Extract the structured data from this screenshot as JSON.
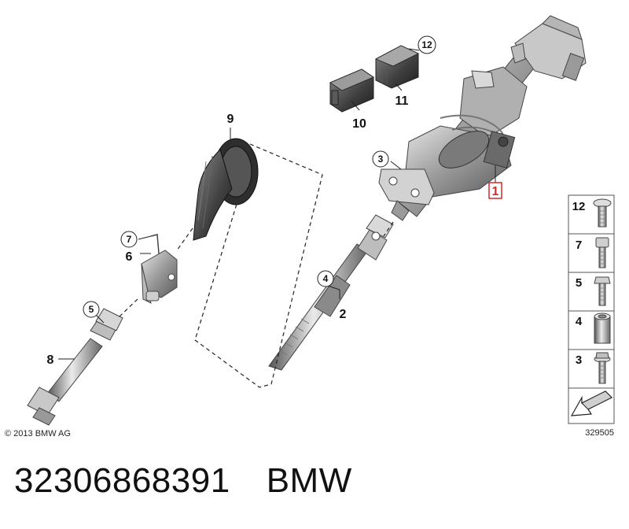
{
  "copyright": "© 2013 BMW AG",
  "diagram_id": "329505",
  "caption": {
    "part_number": "32306868391",
    "brand": "BMW"
  },
  "callouts": {
    "c1": "1",
    "c2": "2",
    "c3": "3",
    "c4": "4",
    "c5": "5",
    "c6": "6",
    "c7": "7",
    "c8": "8",
    "c9": "9",
    "c10": "10",
    "c11": "11",
    "c12": "12"
  },
  "legend": [
    {
      "label": "12",
      "icon": "flange-bolt-icon"
    },
    {
      "label": "7",
      "icon": "socket-head-screw-icon"
    },
    {
      "label": "5",
      "icon": "hex-bolt-icon"
    },
    {
      "label": "4",
      "icon": "sleeve-nut-icon"
    },
    {
      "label": "3",
      "icon": "hex-flange-bolt-icon"
    },
    {
      "label": "",
      "icon": "arrow-plate-icon"
    }
  ],
  "colors": {
    "highlight": "#d42a2a",
    "metal_dark": "#4a4a4a",
    "metal_mid": "#8a8a8a",
    "metal_light": "#cfcfcf"
  }
}
